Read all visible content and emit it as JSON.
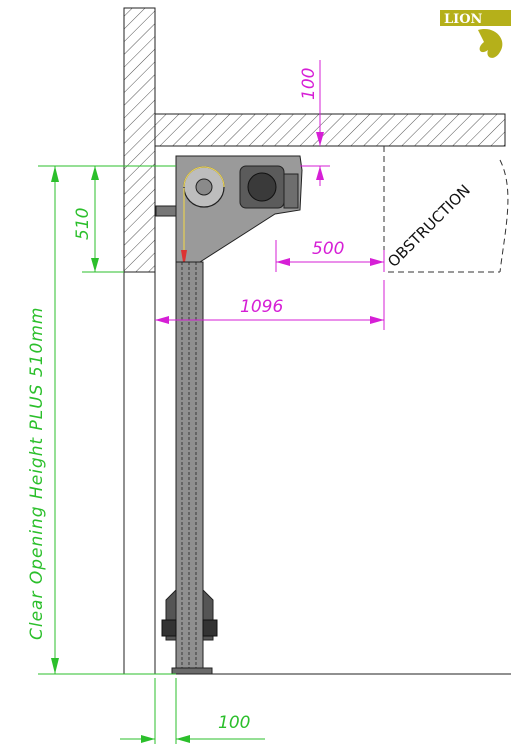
{
  "labels": {
    "clear_opening": "Clear Opening Height PLUS 510mm",
    "dim_510": "510",
    "dim_100_top": "100",
    "dim_500": "500",
    "dim_1096": "1096",
    "dim_100_bottom": "100",
    "obstruction": "OBSTRUCTION",
    "logo_text": "LION"
  },
  "colors": {
    "green": "#2bbf2b",
    "magenta": "#d61fd6",
    "steel": "#8a8a8a",
    "logo": "#b5b01a"
  }
}
